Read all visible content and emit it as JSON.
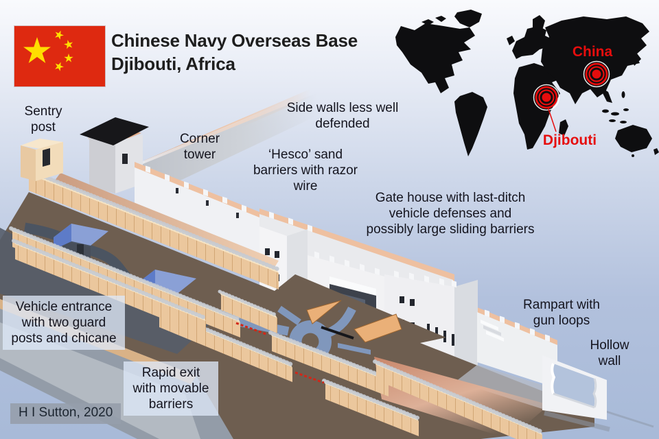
{
  "header": {
    "title_line1": "Chinese Navy Overseas Base",
    "title_line2": "Djibouti, Africa"
  },
  "map": {
    "labels": {
      "china": "China",
      "djibouti": "Djibouti"
    }
  },
  "callouts": {
    "sentry_post": "Sentry post",
    "corner_tower": "Corner tower",
    "side_walls": "Side walls less well defended",
    "hesco": "‘Hesco’ sand barriers with razor wire",
    "gate_house": "Gate house with last-ditch vehicle defenses and possibly large sliding barriers",
    "vehicle_entrance": "Vehicle entrance with two guard posts and chicane",
    "rapid_exit": "Rapid exit with movable barriers",
    "rampart": "Rampart with gun loops",
    "hollow_wall": "Hollow wall"
  },
  "credit": "H I Sutton, 2020",
  "colors": {
    "flag_red": "#de2910",
    "flag_star_yellow": "#ffde00",
    "map_silhouette": "#0e0e10",
    "marker_red": "#e60d0d",
    "title_text": "#1e1e1e",
    "label_text": "#14141e"
  }
}
